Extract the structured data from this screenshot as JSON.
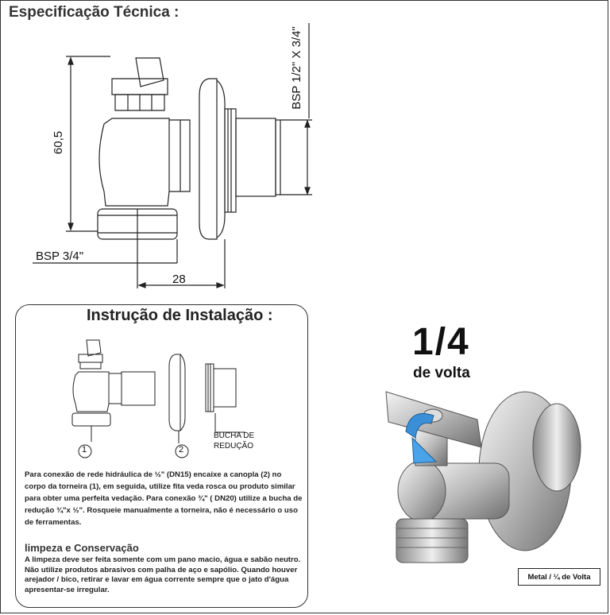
{
  "header": {
    "title": "Especificação Técnica :"
  },
  "dimensions": {
    "height": "60,5",
    "bsp_inlet": "BSP 3/4\"",
    "width": "28",
    "bsp_outlet": "BSP 1/2\" X 3/4\""
  },
  "installation": {
    "title": "Instrução de Instalação :",
    "label_1": "1",
    "label_2": "2",
    "bucha_line1": "BUCHA DE",
    "bucha_line2": "REDUÇÃO",
    "paragraph": "Para conexão de rede hidráulica de ½\" (DN15) encaixe a canopla (2) no corpo da torneira (1), em seguida, utilize fita veda rosca ou produto similar para obter uma perfeita vedação. Para conexão ¾\" ( DN20) utilize a bucha de redução ¾\"x ½\".  Rosqueie manualmente a torneira, não é necessário o uso de ferramentas.",
    "cleaning_title": "limpeza e Conservação",
    "cleaning_text": "A limpeza deve ser feita somente com um pano macio, água e sabão neutro. Não utilize produtos  abrasivos com palha de aço e sapólio. Quando houver arejador / bico, retirar e lavar em água corrente sempre que o jato d'água apresentar-se irregular."
  },
  "product": {
    "fraction": "1/4",
    "fraction_sub": "de volta",
    "badge": "Metal / ¼ de Volta"
  }
}
